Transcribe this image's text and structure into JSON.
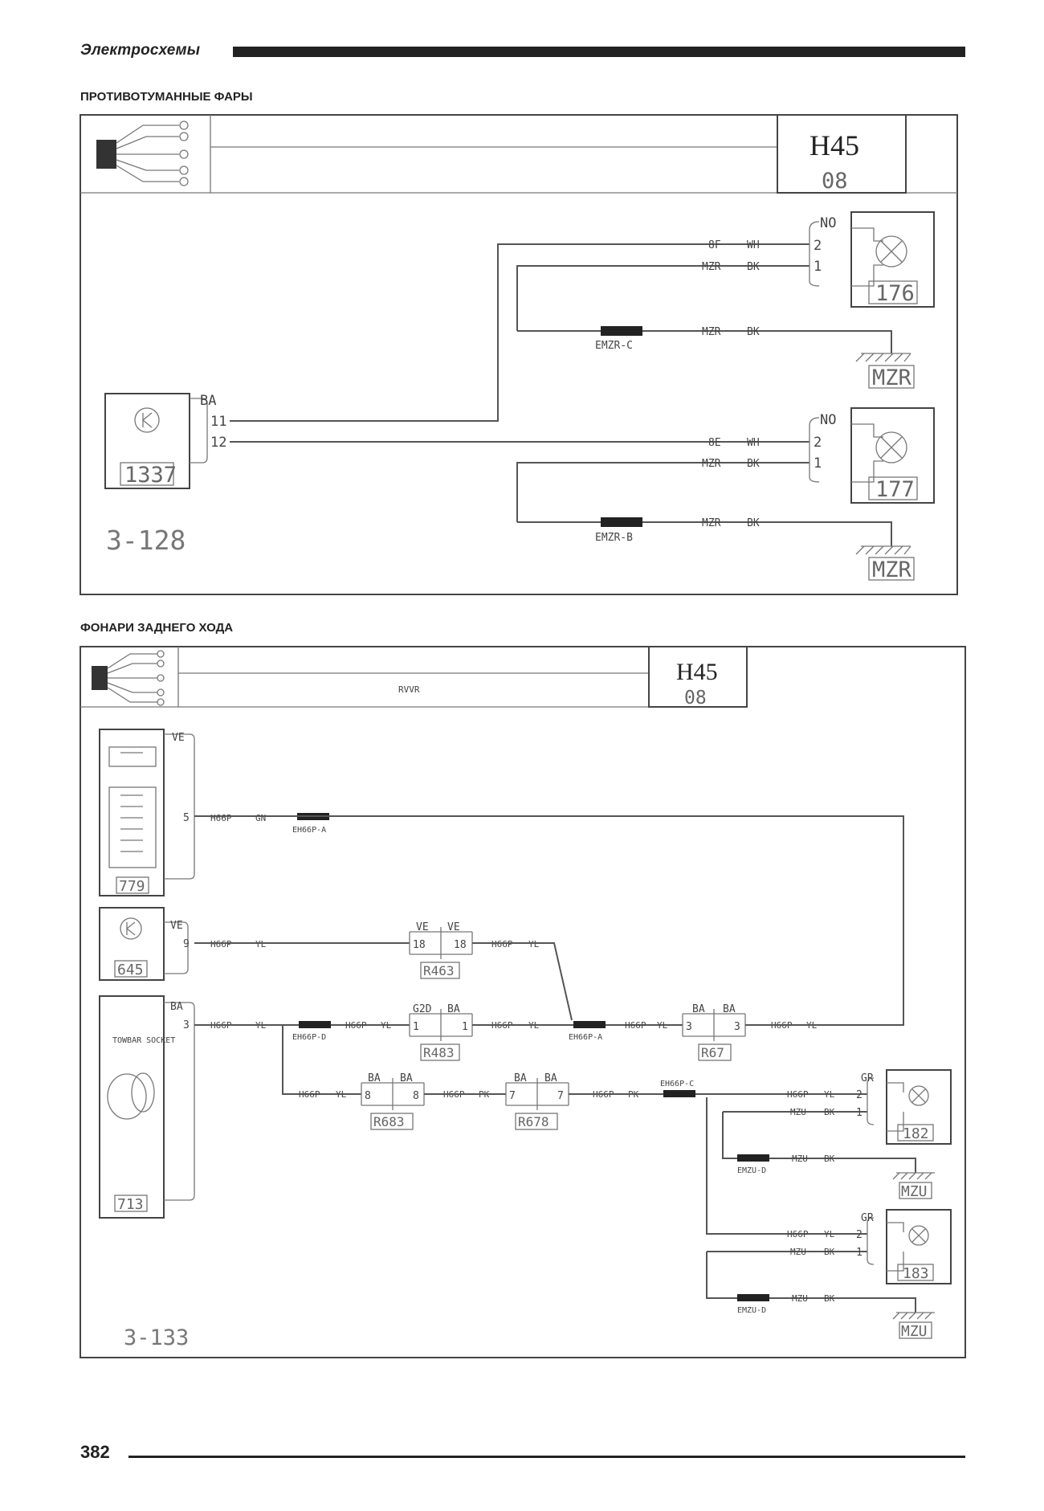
{
  "header": {
    "title": "Электросхемы"
  },
  "page_number": "382",
  "section1": {
    "title": "ПРОТИВОТУМАННЫЕ ФАРЫ",
    "harness_code": "H45",
    "harness_sub": "08",
    "ref": "3-128",
    "switch_id": "1337",
    "switch_conn": "BA",
    "switch_pin_a": "11",
    "switch_pin_b": "12",
    "lamp1": {
      "id": "176",
      "conn": "NO",
      "pin2": "2",
      "pin1": "1",
      "w1": "8F",
      "c1": "WH",
      "w2": "MZR",
      "c2": "BK",
      "junction": "EMZR-C",
      "gw": "MZR",
      "gc": "BK",
      "ground": "MZR"
    },
    "lamp2": {
      "id": "177",
      "conn": "NO",
      "pin2": "2",
      "pin1": "1",
      "w1": "8E",
      "c1": "WH",
      "w2": "MZR",
      "c2": "BK",
      "junction": "EMZR-B",
      "gw": "MZR",
      "gc": "BK",
      "ground": "MZR"
    }
  },
  "section2": {
    "title": "ФОНАРИ ЗАДНЕГО ХОДА",
    "harness_code": "H45",
    "harness_sub": "08",
    "harness_label": "RVVR",
    "ref": "3-133",
    "c779": {
      "id": "779",
      "conn": "VE",
      "pin": "5",
      "w": "H66P",
      "c": "GN",
      "junction": "EH66P-A"
    },
    "c645": {
      "id": "645",
      "conn": "VE",
      "pin": "9",
      "w": "H66P",
      "c": "YL"
    },
    "c713": {
      "id": "713",
      "conn": "BA",
      "pin": "3",
      "w": "H66P",
      "c": "YL",
      "text": "TOWBAR SOCKET"
    },
    "r463": {
      "id": "R463",
      "l": "VE",
      "r": "VE",
      "pl": "18",
      "pr": "18",
      "w": "H66P",
      "c": "YL"
    },
    "r483": {
      "id": "R483",
      "l": "G2D",
      "r": "BA",
      "pl": "1",
      "pr": "1",
      "w": "H66P",
      "c": "YL"
    },
    "r67": {
      "id": "R67",
      "l": "BA",
      "r": "BA",
      "pl": "3",
      "pr": "3",
      "w": "H66P",
      "c": "YL"
    },
    "r683": {
      "id": "R683",
      "l": "BA",
      "r": "BA",
      "pl": "8",
      "pr": "8",
      "w": "H66P",
      "c": "PK"
    },
    "r678": {
      "id": "R678",
      "l": "BA",
      "r": "BA",
      "pl": "7",
      "pr": "7",
      "w": "H66P",
      "c": "PK"
    },
    "eh66pd": {
      "id": "EH66P-D",
      "w": "H66P",
      "c": "YL"
    },
    "eh66pa2": {
      "id": "EH66P-A",
      "w": "H66P",
      "c": "YL"
    },
    "eh66pc": {
      "id": "EH66P-C"
    },
    "branch": {
      "w": "H66P",
      "c": "YL"
    },
    "lamp182": {
      "id": "182",
      "conn": "GR",
      "pin2": "2",
      "pin1": "1",
      "w1": "H66P",
      "c1": "YL",
      "w2": "MZU",
      "c2": "BK",
      "junction": "EMZU-D",
      "gw": "MZU",
      "gc": "BK",
      "ground": "MZU"
    },
    "lamp183": {
      "id": "183",
      "conn": "GR",
      "pin2": "2",
      "pin1": "1",
      "w1": "H66P",
      "c1": "YL",
      "w2": "MZU",
      "c2": "BK",
      "junction": "EMZU-D",
      "gw": "MZU",
      "gc": "BK",
      "ground": "MZU"
    }
  }
}
